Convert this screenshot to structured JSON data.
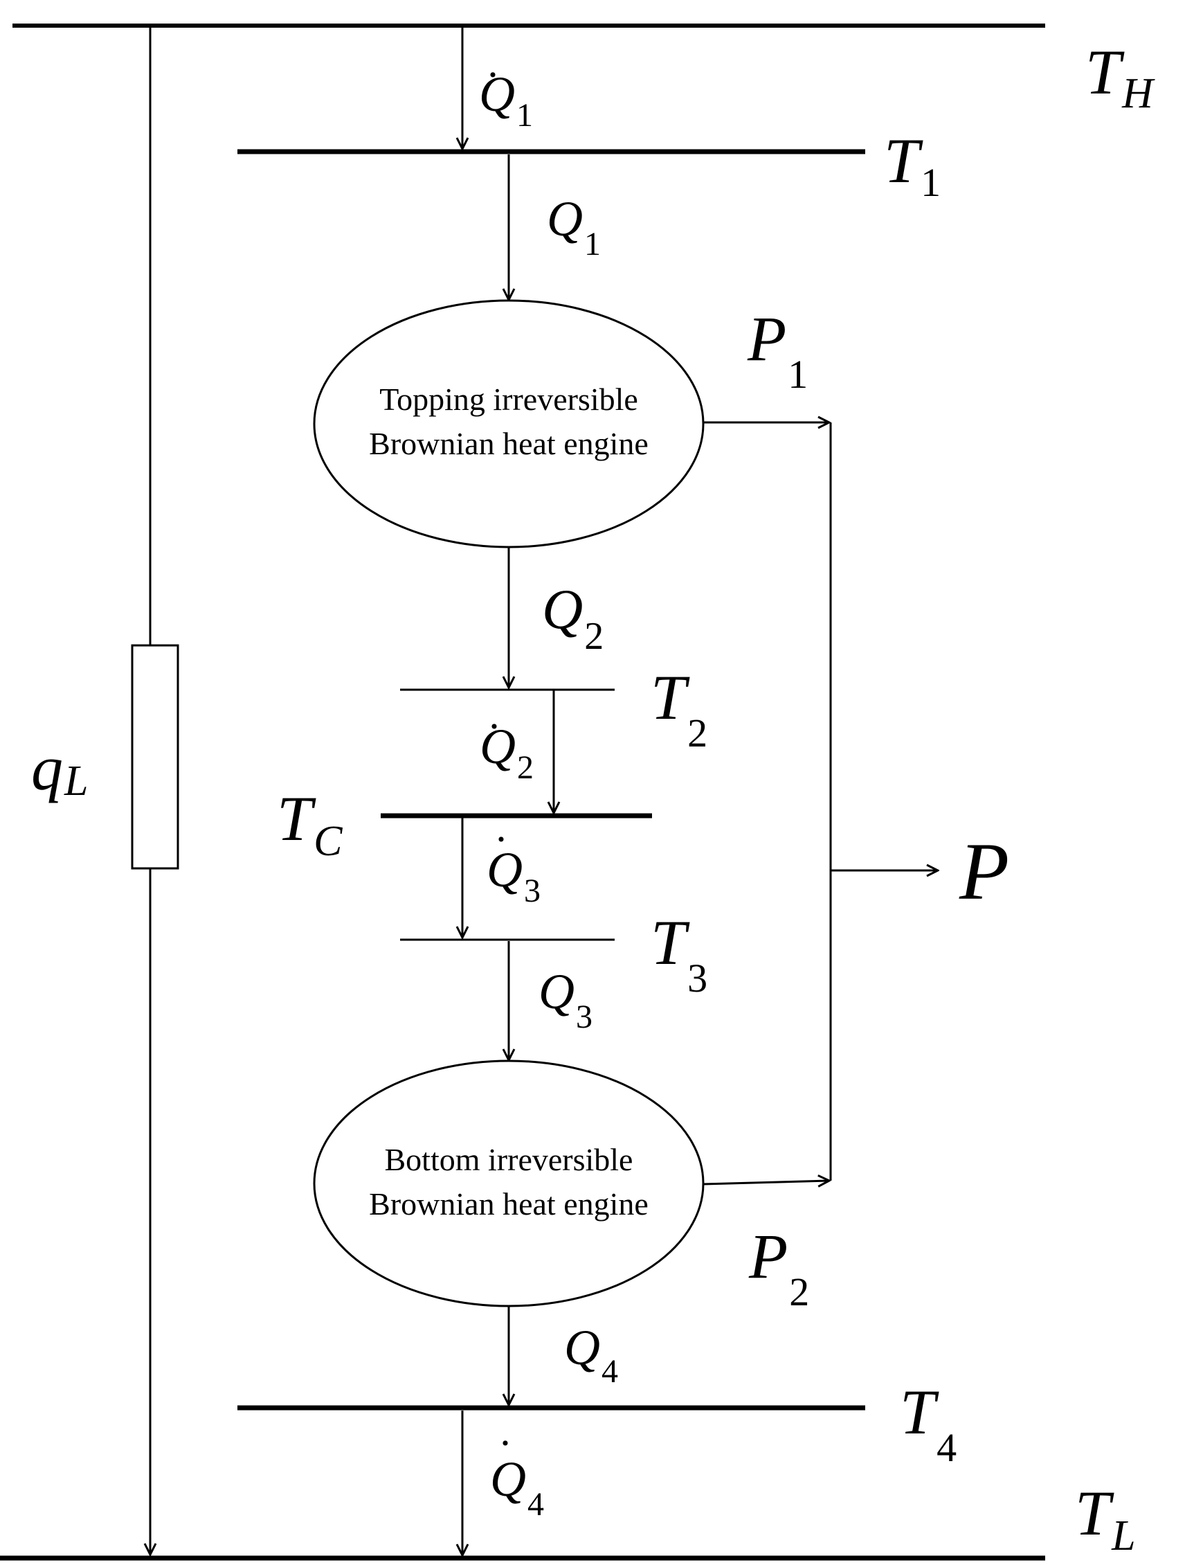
{
  "diagram": {
    "temperatures": {
      "TH": {
        "main": "T",
        "sub": "H"
      },
      "T1": {
        "main": "T",
        "sub": "1"
      },
      "T2": {
        "main": "T",
        "sub": "2"
      },
      "TC": {
        "main": "T",
        "sub": "C"
      },
      "T3": {
        "main": "T",
        "sub": "3"
      },
      "T4": {
        "main": "T",
        "sub": "4"
      },
      "TL": {
        "main": "T",
        "sub": "L"
      }
    },
    "heat_flows": {
      "Qdot1": {
        "main": "Q",
        "sub": "1",
        "dot": "·"
      },
      "Q1": {
        "main": "Q",
        "sub": "1"
      },
      "Q2": {
        "main": "Q",
        "sub": "2"
      },
      "Qdot2": {
        "main": "Q",
        "sub": "2",
        "dot": "·"
      },
      "Qdot3": {
        "main": "Q",
        "sub": "3",
        "dot": "·"
      },
      "Q3": {
        "main": "Q",
        "sub": "3"
      },
      "Q4": {
        "main": "Q",
        "sub": "4"
      },
      "Qdot4": {
        "main": "Q",
        "sub": "4",
        "dot": "·"
      },
      "qL": {
        "main": "q",
        "sub": "L"
      }
    },
    "powers": {
      "P1": {
        "main": "P",
        "sub": "1"
      },
      "P2": {
        "main": "P",
        "sub": "2"
      },
      "P": {
        "main": "P"
      }
    },
    "engines": {
      "topping": {
        "line1": "Topping irreversible",
        "line2": "Brownian heat engine"
      },
      "bottom": {
        "line1": "Bottom irreversible",
        "line2": "Brownian heat engine"
      }
    }
  }
}
